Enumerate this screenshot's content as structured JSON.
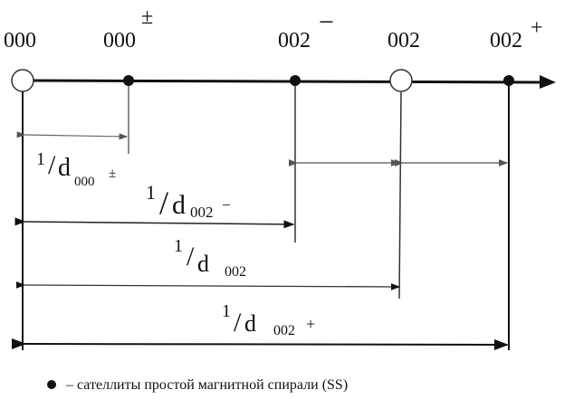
{
  "points": [
    {
      "label": "000",
      "sup": "",
      "type": "open"
    },
    {
      "label": "000",
      "sup": "±",
      "type": "filled"
    },
    {
      "label": "002",
      "sup": "−",
      "type": "filled"
    },
    {
      "label": "002",
      "sup": "",
      "type": "open"
    },
    {
      "label": "002",
      "sup": "+",
      "type": "filled"
    }
  ],
  "distances": [
    {
      "num": "1",
      "d": "d",
      "sub": "000",
      "sup": "±"
    },
    {
      "num": "1",
      "d": "d",
      "sub": "002",
      "sup": "−"
    },
    {
      "num": "1",
      "d": "d",
      "sub": "002",
      "sup": ""
    },
    {
      "num": "1",
      "d": "d",
      "sub": "002",
      "sup": "+"
    }
  ],
  "legend": {
    "text": "– сателлиты простой магнитной спирали (SS)"
  },
  "colors": {
    "ink": "#111111"
  }
}
